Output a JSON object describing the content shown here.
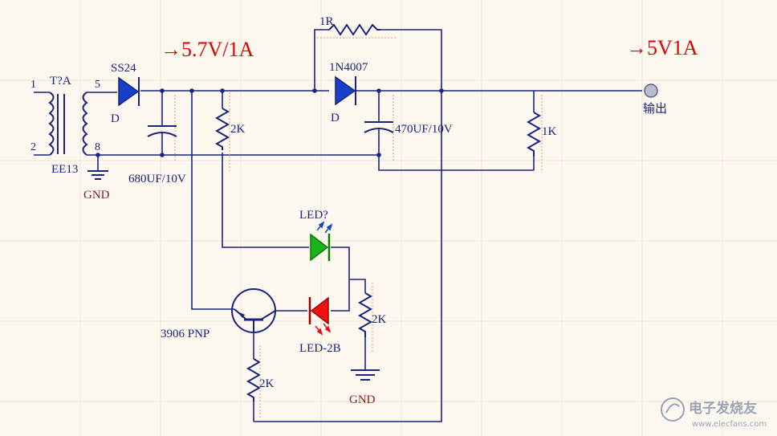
{
  "annotations": {
    "mid_voltage": "→5.7V/1A",
    "out_voltage": "→5V1A"
  },
  "transformer": {
    "designator": "T?A",
    "model": "EE13",
    "pin1": "1",
    "pin2": "2",
    "pin5": "5",
    "pin8": "8"
  },
  "diode_ss24": {
    "name": "SS24",
    "type": "D"
  },
  "diode_1n4007": {
    "name": "1N4007",
    "type": "D"
  },
  "resistors": {
    "r_top": "1R",
    "r_left": "2K",
    "r_out": "1K",
    "r_led": "2K",
    "r_base": "2K"
  },
  "capacitors": {
    "c1": "680UF/10V",
    "c2": "470UF/10V"
  },
  "leds": {
    "green": "LED?",
    "red": "LED-2B",
    "green_color": "#1db31d",
    "red_color": "#ee1111"
  },
  "transistor": {
    "name": "3906 PNP"
  },
  "ground": {
    "top": "GND",
    "bottom": "GND"
  },
  "output": {
    "label": "输出"
  },
  "watermark": {
    "cn": "电子发烧友",
    "url": "www.elecfans.com"
  }
}
